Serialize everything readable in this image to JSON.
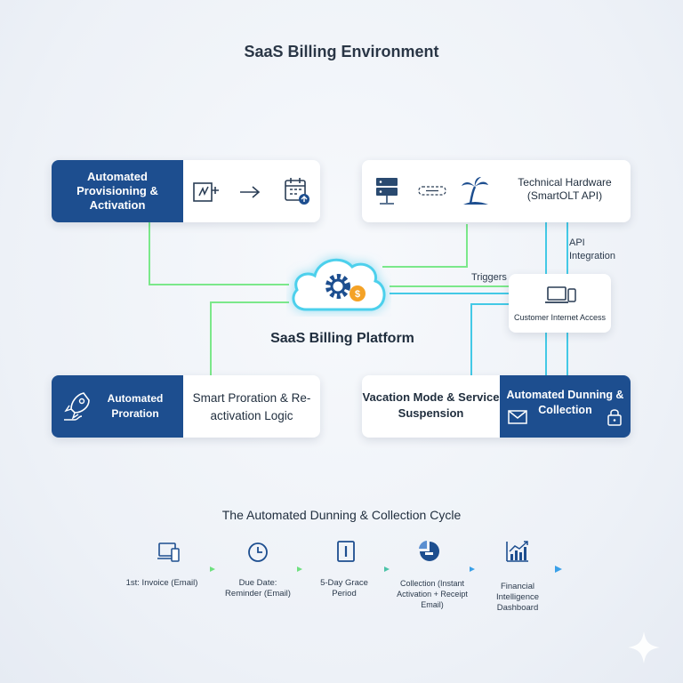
{
  "title": "SaaS Billing Environment",
  "platform_label": "SaaS Billing Platform",
  "cards": {
    "provisioning": {
      "label": "Automated Provisioning & Activation"
    },
    "hardware": {
      "label": "Technical Hardware (SmartOLT API)"
    },
    "proration": {
      "label": "Automated Proration",
      "detail": "Smart Proration & Re-activation Logic"
    },
    "vacation": {
      "label": "Vacation Mode & Service Suspension",
      "dunning": "Automated Dunning & Collection"
    },
    "customer": {
      "label": "Customer Internet Access"
    }
  },
  "connectors": {
    "triggers": "Triggers",
    "api": "API Integration"
  },
  "cycle": {
    "title": "The Automated Dunning & Collection Cycle",
    "steps": [
      {
        "label": "1st: Invoice (Email)",
        "icon": "tablet-icon"
      },
      {
        "label": "Due Date: Reminder (Email)",
        "icon": "clock-icon"
      },
      {
        "label": "5-Day Grace Period",
        "icon": "pause-icon"
      },
      {
        "label": "Collection (Instant Activation + Receipt Email)",
        "icon": "pie-icon"
      },
      {
        "label": "Financial Intelligence Dashboard",
        "icon": "chart-icon"
      }
    ]
  },
  "colors": {
    "navy": "#1d4e8f",
    "green": "#6fe07f",
    "cyan": "#43c9e6",
    "blue_line": "#3aa0e8"
  }
}
